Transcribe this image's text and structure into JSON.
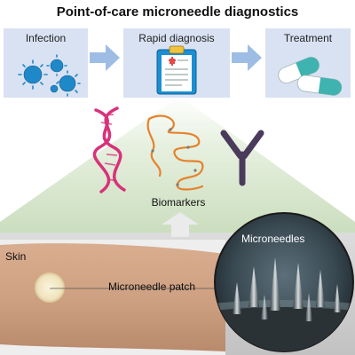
{
  "title": "Point-of-care microneedle diagnostics",
  "panels": {
    "infection": "Infection",
    "diagnosis": "Rapid diagnosis",
    "treatment": "Treatment"
  },
  "labels": {
    "biomarkers": "Biomarkers",
    "skin": "Skin",
    "patch": "Microneedle patch",
    "microneedles": "Microneedles"
  },
  "colors": {
    "panel": "#d9e2f2",
    "arrow": "#9dbde4",
    "virus": "#1f88c8",
    "dna": "#d8327a",
    "peptide": "#e5822d",
    "antibody": "#4a3b5c",
    "capsule": "#3fb3b0",
    "cone": "#d3e5c7"
  }
}
